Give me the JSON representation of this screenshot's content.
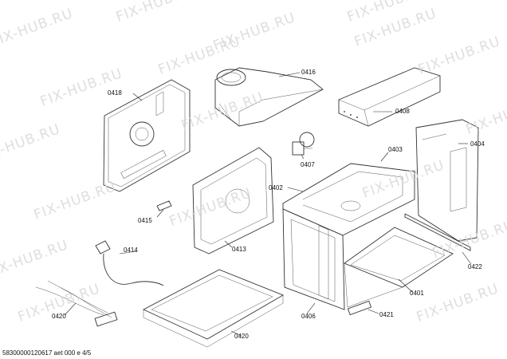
{
  "watermark_text": "FIX-HUB.RU",
  "watermarks": [
    "FIX-HUB.RU",
    "FIX-HUB.RU",
    "FIX-HUB.RU",
    "FIX-HUB.RU",
    "FIX-HUB.RU",
    "FIX-HUB.RU",
    "FIX-HUB.RU",
    "FIX-HUB.RU",
    "FIX-HUB.RU",
    "FIX-HUB.RU",
    "FIX-HUB.RU",
    "FIX-HUB.RU",
    "FIX-HUB.RU",
    "FIX-HUB.RU",
    "FIX-HUB.RU",
    "FIX-HUB.RU",
    "FIX-HUB.RU",
    "FIX-HUB.RU"
  ],
  "labels": {
    "p0418": "0418",
    "p0416": "0416",
    "p0408": "0408",
    "p0404": "0404",
    "p0403": "0403",
    "p0407": "0407",
    "p0402": "0402",
    "p0415": "0415",
    "p0414": "0414",
    "p0413": "0413",
    "p0422": "0422",
    "p0401": "0401",
    "p0420a": "0420",
    "p0406": "0406",
    "p0421": "0421",
    "p0420b": "0420"
  },
  "footer": "58300000120617 aet 000 e 4/5"
}
